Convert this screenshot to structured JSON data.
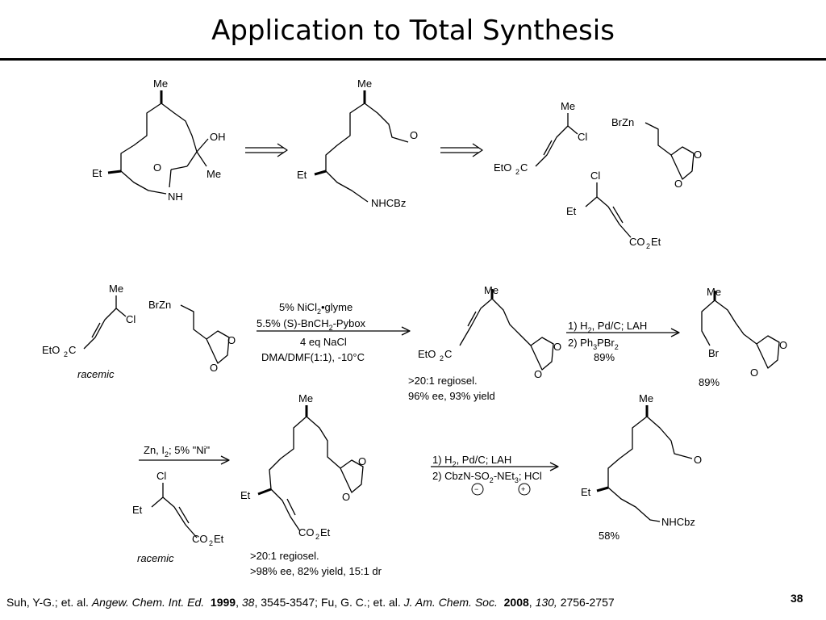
{
  "slide": {
    "title": "Application to Total Synthesis",
    "page_number": "38"
  },
  "retrosynthesis": {
    "target": {
      "labels": [
        "Me",
        "OH",
        "Et",
        "O",
        "Me",
        "NH"
      ]
    },
    "aldehyde": {
      "labels": [
        "Me",
        "O",
        "Et",
        "NHCBz"
      ]
    },
    "fragment_a": {
      "labels": [
        "Me",
        "Cl",
        "EtO",
        "2",
        "C"
      ]
    },
    "fragment_b": {
      "labels": [
        "BrZn",
        "O",
        "O"
      ]
    },
    "fragment_c": {
      "labels": [
        "Cl",
        "Et",
        "CO",
        "2",
        "Et"
      ]
    }
  },
  "step1": {
    "sm_labels": [
      "Me",
      "Cl",
      "EtO",
      "2",
      "C",
      "racemic"
    ],
    "zinc_labels": [
      "BrZn",
      "O",
      "O"
    ],
    "conditions": {
      "l1_a": "5% NiCl",
      "l1_b": "2",
      "l1_c": "•glyme",
      "l2_a": "5.5% (S)-BnCH",
      "l2_b": "2",
      "l2_c": "-Pybox",
      "l3": "4 eq NaCl",
      "l4": "DMA/DMF(1:1), -10°C"
    },
    "product_labels": [
      "Me",
      "EtO",
      "2",
      "C",
      "O",
      "O"
    ],
    "result_1": ">20:1 regiosel.",
    "result_2": "96% ee, 93% yield"
  },
  "step2": {
    "conditions": {
      "l1": "1) H",
      "l1_sub": "2",
      "l1_rest": ", Pd/C; LAH",
      "l2": "2) Ph",
      "l2_sub1": "3",
      "l2_mid": "PBr",
      "l2_sub2": "2",
      "l3": "89%"
    },
    "product_labels": [
      "Me",
      "Br",
      "O",
      "O"
    ],
    "yield": "89%"
  },
  "step3": {
    "conditions": {
      "l1": "Zn, I",
      "l1_sub": "2",
      "l1_rest": "; 5% \"Ni\""
    },
    "reagent_labels": [
      "Cl",
      "Et",
      "CO",
      "2",
      "Et",
      "racemic"
    ],
    "product_labels": [
      "Me",
      "O",
      "O",
      "Et",
      "CO",
      "2",
      "Et"
    ],
    "result_1": ">20:1 regiosel.",
    "result_2": ">98% ee, 82% yield, 15:1 dr"
  },
  "step4": {
    "conditions": {
      "l1": "1) H",
      "l1_sub": "2",
      "l1_rest": ", Pd/C; LAH",
      "l2": "2) CbzN-SO",
      "l2_sub1": "2",
      "l2_mid": "-NEt",
      "l2_sub2": "3",
      "l2_rest": "; HCl",
      "minus": "−",
      "plus": "+"
    },
    "product_labels": [
      "Me",
      "O",
      "Et",
      "NHCbz"
    ],
    "yield": "58%"
  },
  "citation": {
    "authors1": "Suh, Y-G.; et. al. ",
    "journal1": "Angew. Chem. Int. Ed.",
    "year1": "1999",
    "volume1": "38",
    "pages1": ", 3545-3547; Fu, G. C.; et. al. ",
    "journal2": "J. Am. Chem. Soc.",
    "year2": "2008",
    "volume2": "130,",
    "pages2": " 2756-2757"
  }
}
